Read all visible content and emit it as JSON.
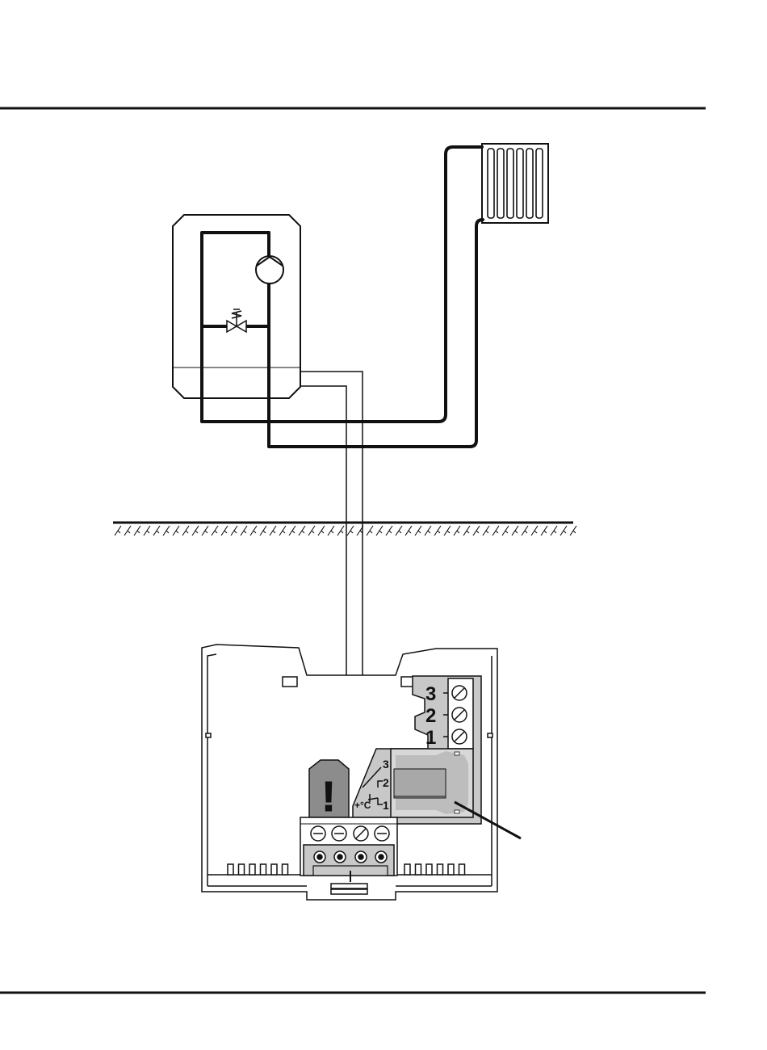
{
  "colors": {
    "ink": "#111111",
    "panel_gray": "#c8c8c8",
    "dark_gray": "#8c8c8c",
    "white": "#ffffff"
  },
  "terminals": {
    "t3": "3",
    "t2": "2",
    "t1": "1"
  },
  "relay": {
    "c3": "3",
    "c2": "2",
    "c1": "1",
    "temp_symbol": "+°C"
  },
  "warning": {
    "symbol": "!"
  },
  "icons": {
    "pump": "pump-icon",
    "valve": "valve-icon",
    "radiator": "radiator-icon",
    "ground": "ground-hatch",
    "warning": "warning-icon",
    "screw": "screw-icon"
  }
}
